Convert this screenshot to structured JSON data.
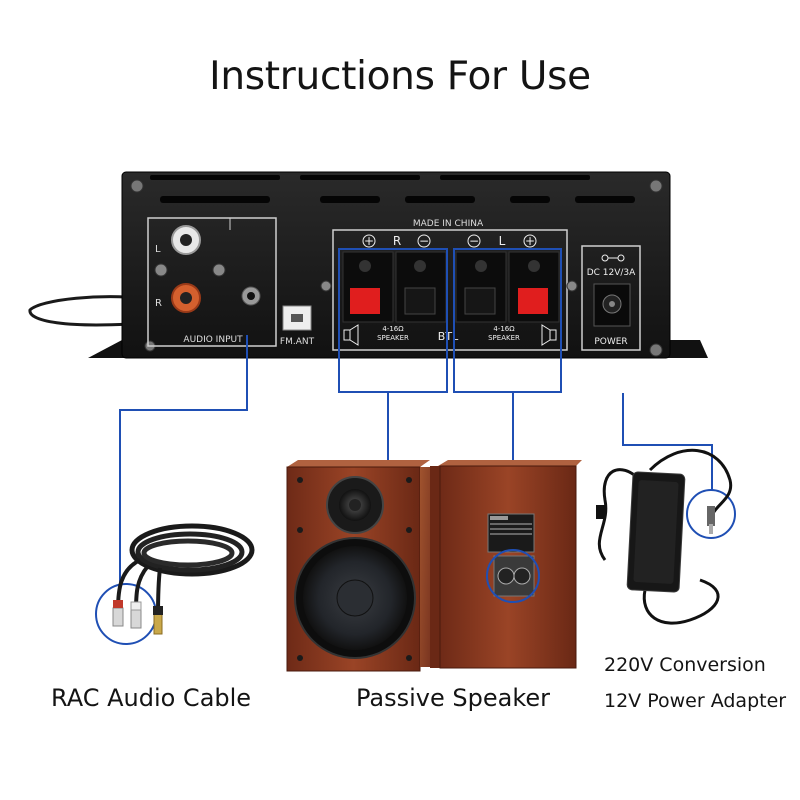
{
  "title": "Instructions For Use",
  "amplifier": {
    "made_in": "MADE IN CHINA",
    "audio_input_label": "AUDIO INPUT",
    "left_channel": "L",
    "right_channel": "R",
    "fm_label": "FM.ANT",
    "btl_label": "BTL",
    "speaker_spec": "4-16Ω",
    "speaker_label": "SPEAKER",
    "terminal_plus": "+",
    "terminal_minus": "−",
    "dc_rating": "DC 12V/3A",
    "power_label": "POWER"
  },
  "captions": {
    "cable": "RAC Audio Cable",
    "speaker": "Passive Speaker",
    "adapter_line1": "220V Conversion",
    "adapter_line2": "12V Power Adapter"
  },
  "colors": {
    "guide_line": "#1f4fb4",
    "chassis": "#1b1b1b",
    "wood": "#8a3a22",
    "terminal_red": "#e01e1e"
  }
}
